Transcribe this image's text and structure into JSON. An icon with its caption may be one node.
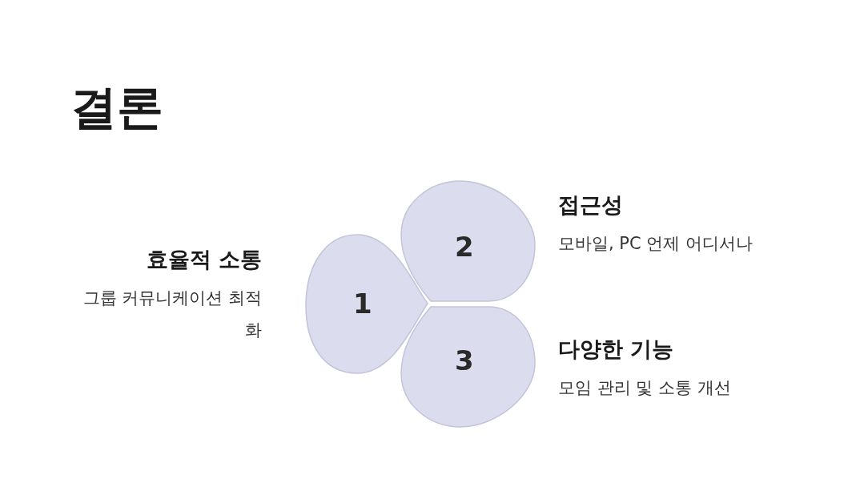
{
  "diagram": {
    "title": "결론",
    "nodes": [
      {
        "text": [
          "1"
        ],
        "beside": [
          "효율적 소통",
          "그룹 커뮤니케이션 최적화"
        ]
      },
      {
        "text": [
          "2"
        ],
        "beside": [
          "접근성",
          "모바일, PC 언제 어디서나"
        ]
      },
      {
        "text": [
          "3"
        ],
        "beside": [
          "다양한 기능",
          "모임 관리 및 소통 개선"
        ]
      }
    ]
  }
}
